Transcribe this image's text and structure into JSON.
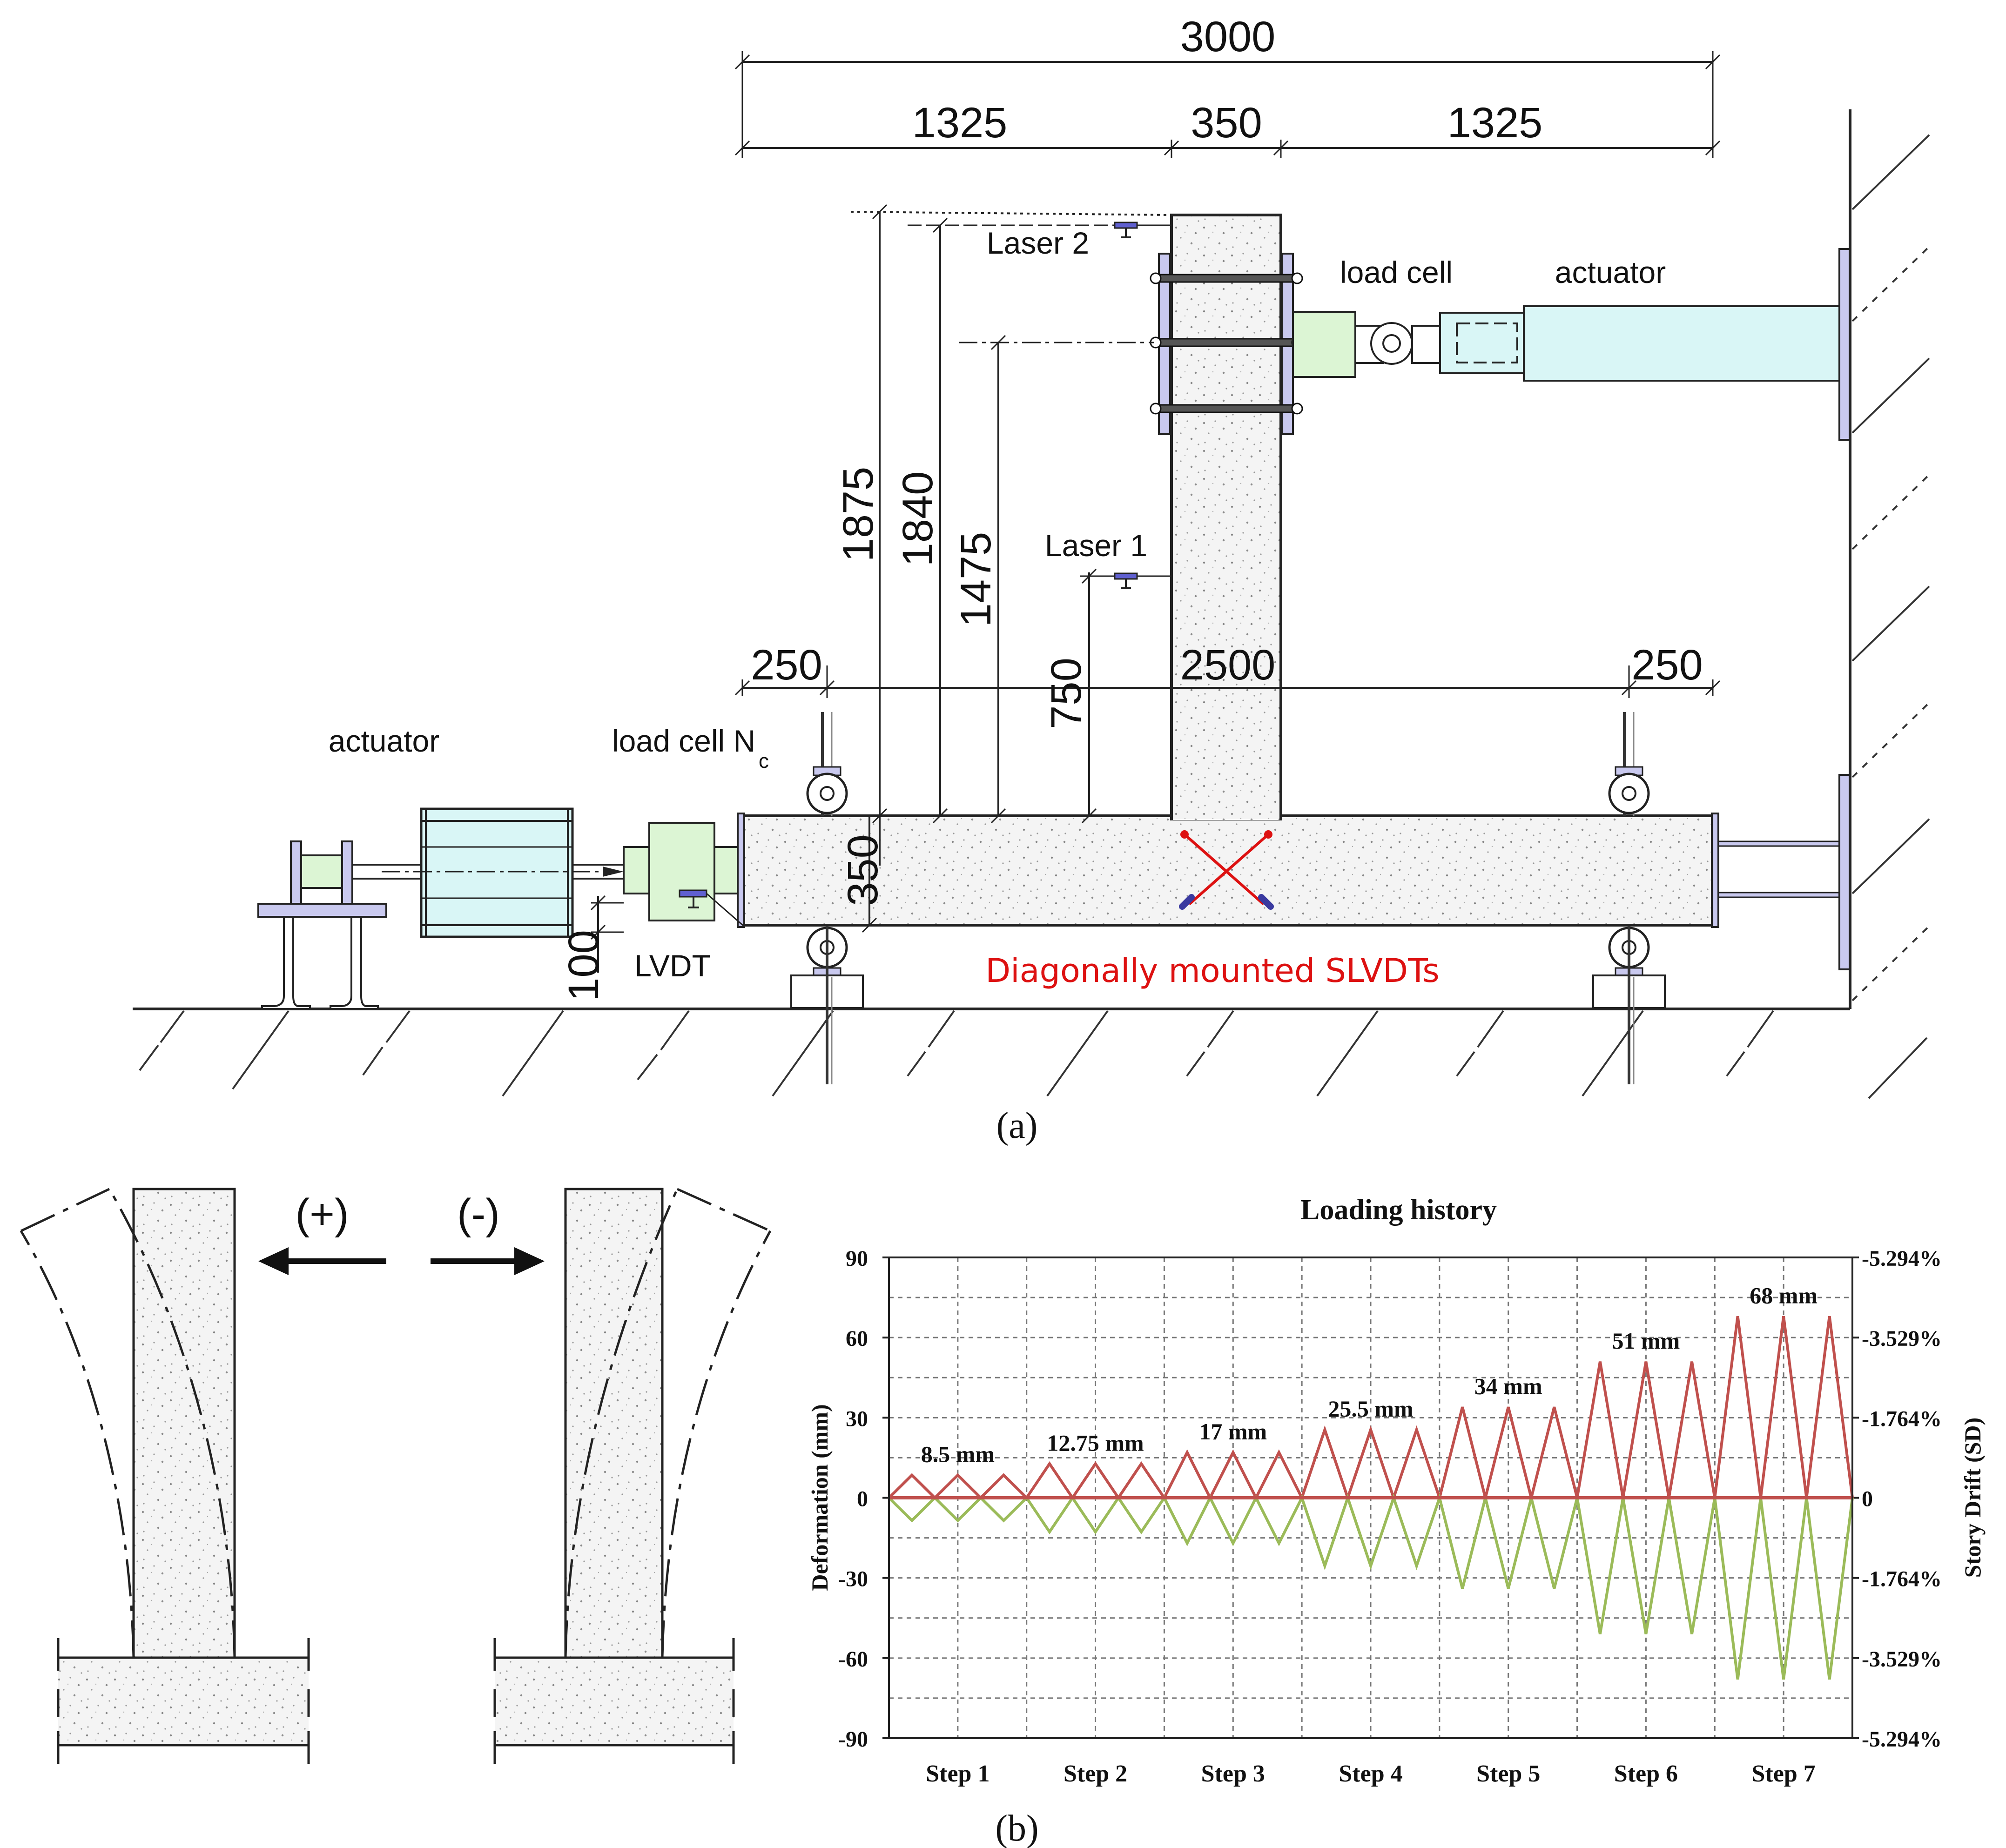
{
  "panel_a": {
    "dim_total": "3000",
    "dim_left": "1325",
    "dim_column": "350",
    "dim_right": "1325",
    "dim_1875": "1875",
    "dim_1840": "1840",
    "dim_1475": "1475",
    "dim_750": "750",
    "dim_beam_depth": "350",
    "dim_100": "100",
    "dim_overhang_left": "250",
    "dim_span": "2500",
    "dim_overhang_right": "250",
    "label_laser2": "Laser 2",
    "label_laser1": "Laser 1",
    "label_loadcell_top": "load cell",
    "label_actuator_top": "actuator",
    "label_actuator_left": "actuator",
    "label_loadcell_left": "load cell N",
    "label_loadcell_left_sub": "c",
    "label_lvdt": "LVDT",
    "label_slvdt": "Diagonally mounted SLVDTs",
    "caption_a": "(a)"
  },
  "panel_b": {
    "dir_positive": "(+)",
    "dir_negative": "(-)",
    "caption_b": "(b)"
  },
  "colors": {
    "concrete": "#f4f4f4",
    "actuator_fill": "#d9f6f6",
    "loadcell_fill": "#dcf5d4",
    "plate_fill": "#c9c9ef",
    "positive_line": "#c0504d",
    "negative_line": "#9bbb59",
    "slvdt_red": "#dd1111"
  },
  "chart_data": {
    "type": "line",
    "title": "Loading history",
    "ylabel": "Deformation (mm)",
    "y2label": "Story Drift (SD)",
    "ylim": [
      -90,
      90
    ],
    "yticks": [
      90,
      60,
      30,
      0,
      -30,
      -60,
      -90
    ],
    "y2ticks": [
      "-5.294%",
      "-3.529%",
      "-1.764%",
      "0",
      "-1.764%",
      "-3.529%",
      "-5.294%"
    ],
    "categories": [
      "Step 1",
      "Step 2",
      "Step 3",
      "Step 4",
      "Step 5",
      "Step 6",
      "Step 7"
    ],
    "cycles_per_step": 3,
    "grid": true,
    "series": [
      {
        "name": "",
        "color": "#c0504d",
        "values": [
          8.5,
          12.75,
          17,
          25.5,
          34,
          51,
          68
        ]
      },
      {
        "name": "",
        "color": "#9bbb59",
        "values": [
          -8.5,
          -12.75,
          -17,
          -25.5,
          -34,
          -51,
          -68
        ]
      }
    ],
    "annotations": [
      "8.5 mm",
      "12.75 mm",
      "17 mm",
      "25.5 mm",
      "34 mm",
      "51 mm",
      "68 mm"
    ]
  }
}
